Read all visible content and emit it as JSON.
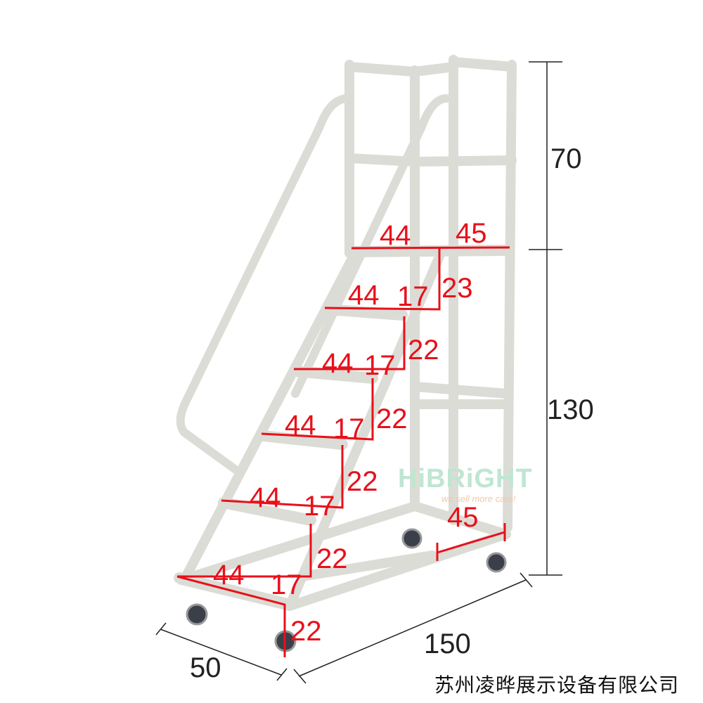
{
  "product": "mobile-platform-ladder",
  "watermark": {
    "brand": "HiBRiGHT",
    "slogan": "we sell more care!"
  },
  "company": "苏州凌晔展示设备有限公司",
  "dimensions": {
    "guard_height": "70",
    "platform_height": "130",
    "length": "150",
    "width": "50",
    "platform_depth": "44",
    "platform_extension": "45",
    "top_riser": "23",
    "base_rear_width": "45",
    "steps": [
      {
        "tread": "44",
        "nosing": "17",
        "riser": "22"
      },
      {
        "tread": "44",
        "nosing": "17",
        "riser": "22"
      },
      {
        "tread": "44",
        "nosing": "17",
        "riser": "22"
      },
      {
        "tread": "44",
        "nosing": "17",
        "riser": "22"
      },
      {
        "tread": "44",
        "nosing": "17",
        "riser": "22"
      }
    ]
  },
  "colors": {
    "frame": "#dcdcd6",
    "frame_edge": "#a9a9a2",
    "dimension": "#e8101a",
    "ink": "#222222"
  }
}
